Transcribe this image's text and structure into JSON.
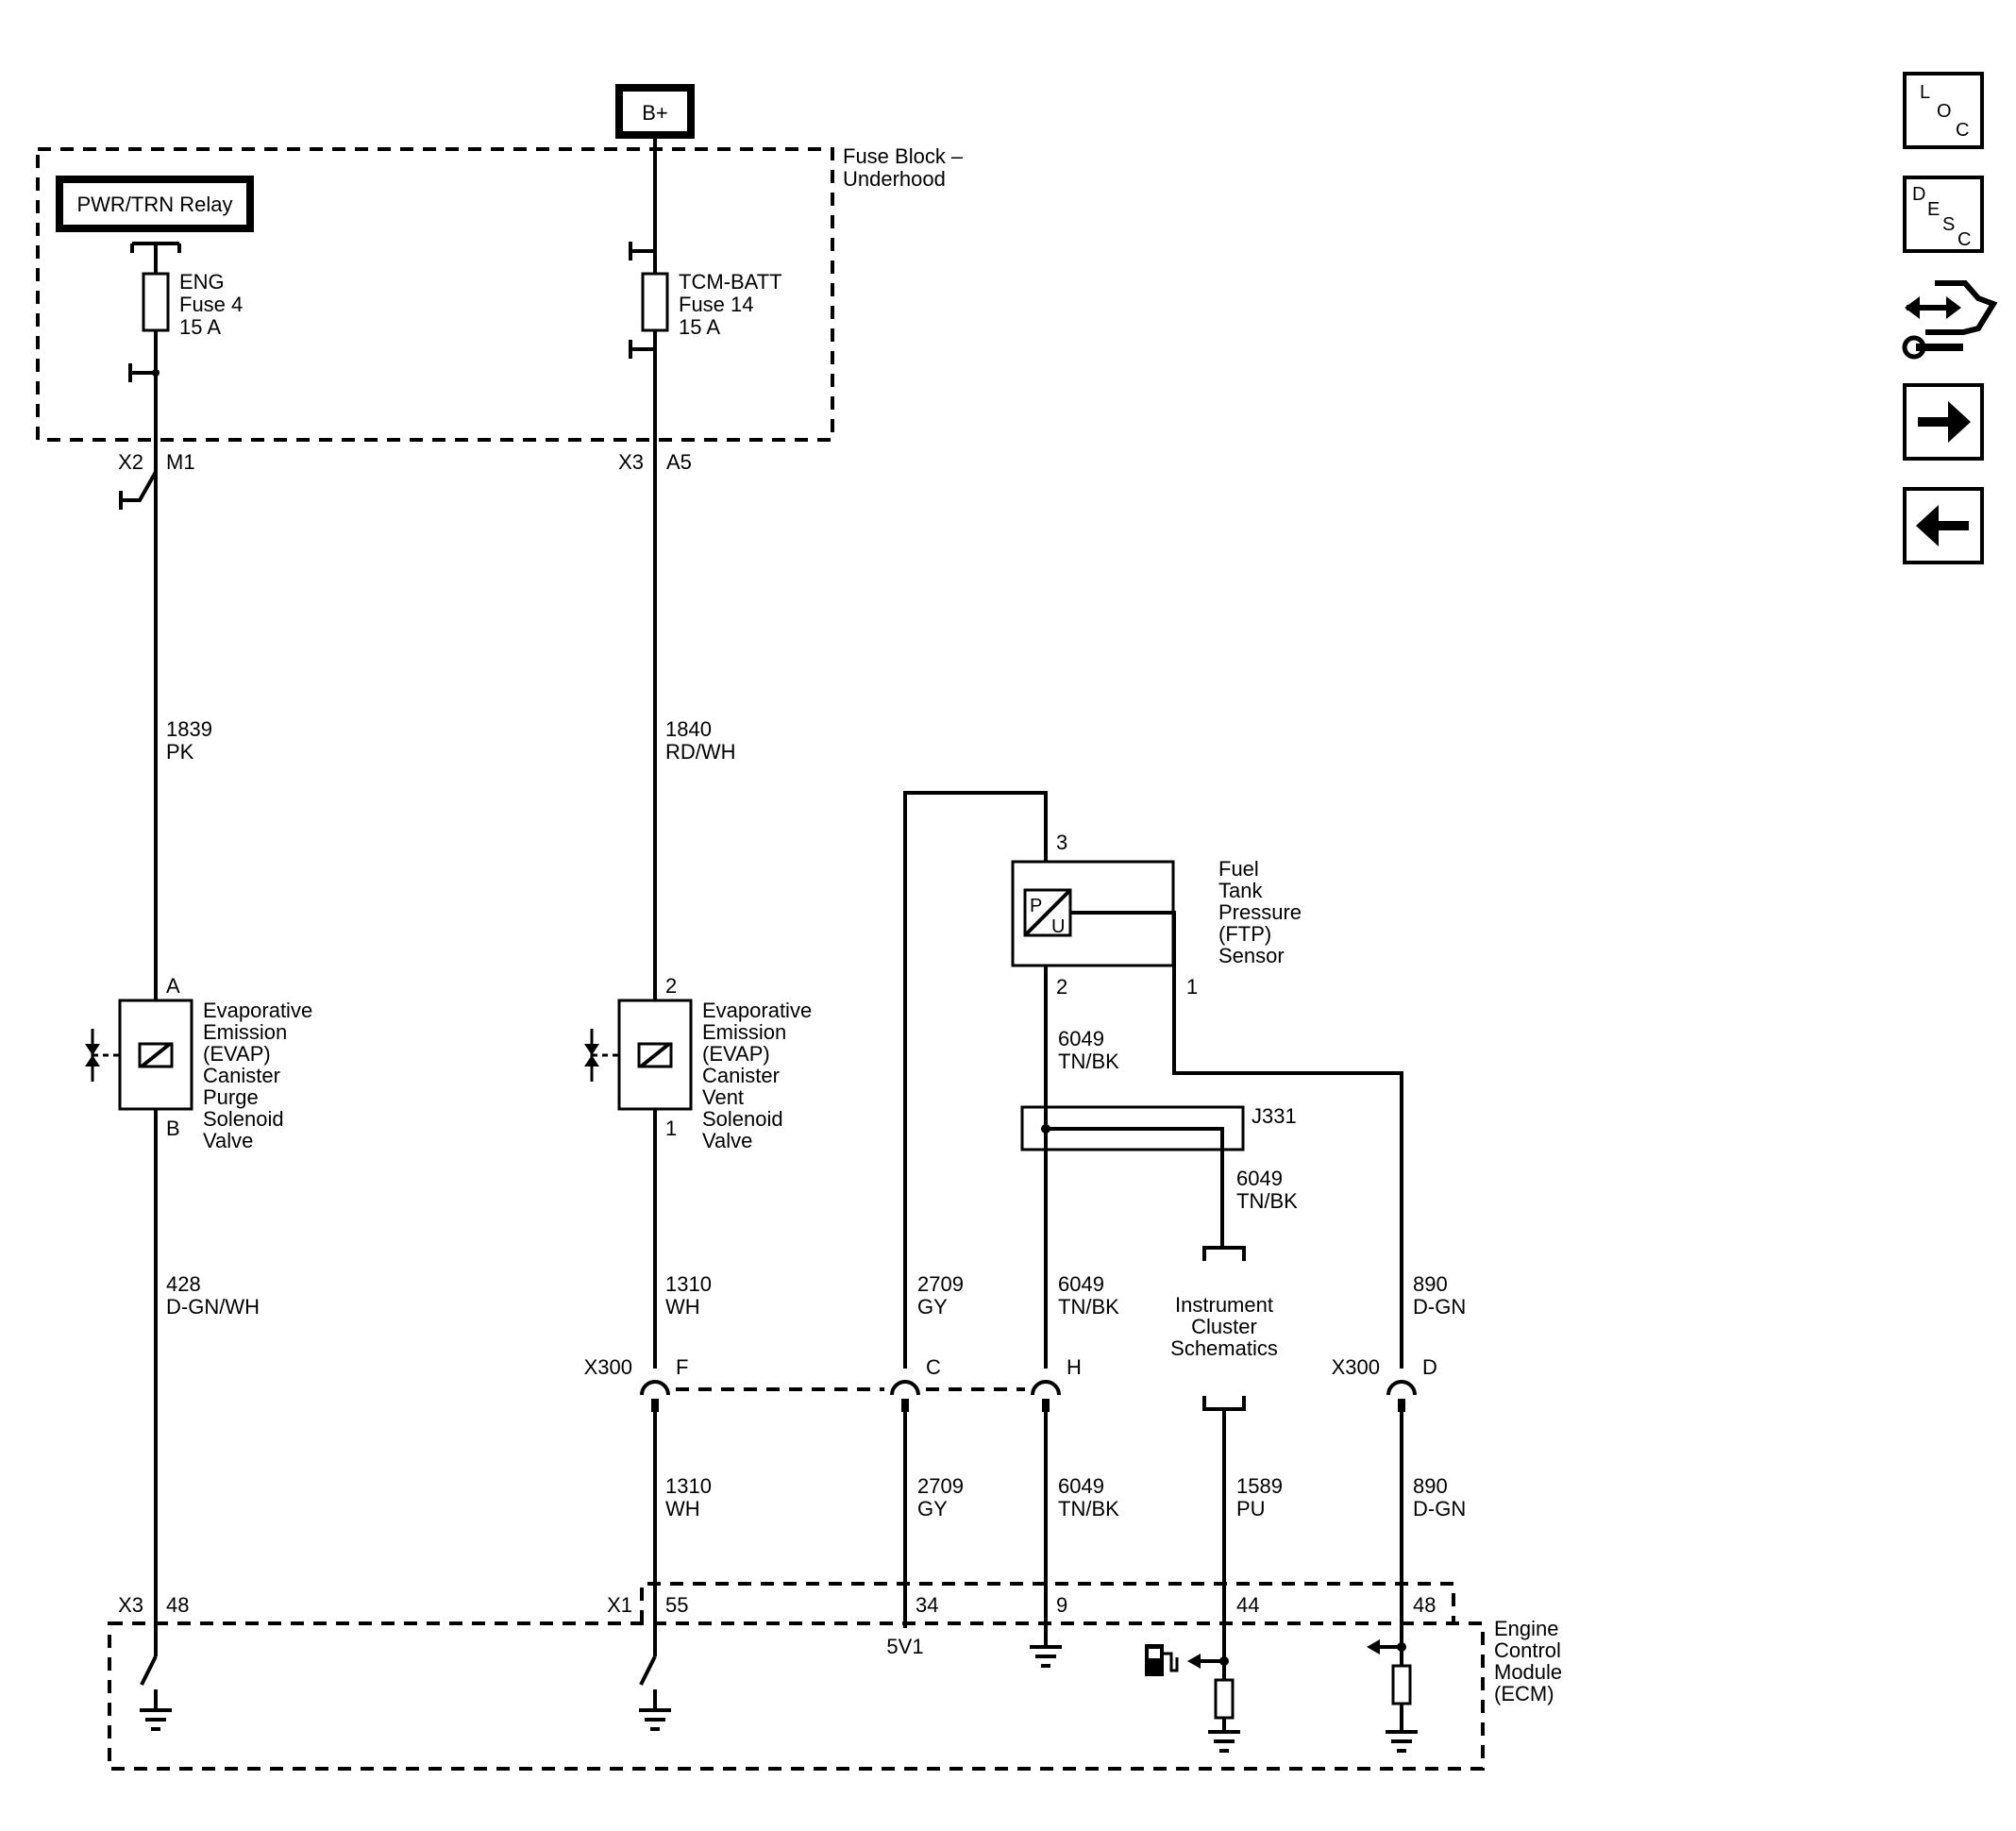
{
  "header": {
    "b_plus": "B+"
  },
  "fuse_block": {
    "label_line1": "Fuse Block –",
    "label_line2": "Underhood",
    "relay": "PWR/TRN Relay",
    "fuse_eng": [
      "ENG",
      "Fuse 4",
      "15 A"
    ],
    "fuse_tcm": [
      "TCM-BATT",
      "Fuse 14",
      "15 A"
    ],
    "conn_x2": "X2",
    "pin_m1": "M1",
    "conn_x3": "X3",
    "pin_a5": "A5"
  },
  "wires": {
    "w1839": [
      "1839",
      "PK"
    ],
    "w1840": [
      "1840",
      "RD/WH"
    ],
    "w428": [
      "428",
      "D-GN/WH"
    ],
    "w1310a": [
      "1310",
      "WH"
    ],
    "w1310b": [
      "1310",
      "WH"
    ],
    "w2709a": [
      "2709",
      "GY"
    ],
    "w2709b": [
      "2709",
      "GY"
    ],
    "w6049a": [
      "6049",
      "TN/BK"
    ],
    "w6049b": [
      "6049",
      "TN/BK"
    ],
    "w6049c": [
      "6049",
      "TN/BK"
    ],
    "w6049d": [
      "6049",
      "TN/BK"
    ],
    "w890a": [
      "890",
      "D-GN"
    ],
    "w890b": [
      "890",
      "D-GN"
    ],
    "w1589": [
      "1589",
      "PU"
    ]
  },
  "components": {
    "purge_valve": {
      "lines": [
        "Evaporative",
        "Emission",
        "(EVAP)",
        "Canister",
        "Purge",
        "Solenoid",
        "Valve"
      ],
      "pin_top": "A",
      "pin_bottom": "B"
    },
    "vent_valve": {
      "lines": [
        "Evaporative",
        "Emission",
        "(EVAP)",
        "Canister",
        "Vent",
        "Solenoid",
        "Valve"
      ],
      "pin_top": "2",
      "pin_bottom": "1"
    },
    "ftp_sensor": {
      "lines": [
        "Fuel",
        "Tank",
        "Pressure",
        "(FTP)",
        "Sensor"
      ],
      "pin_3": "3",
      "pin_2": "2",
      "pin_1": "1",
      "symbol_p": "P",
      "symbol_u": "U"
    },
    "splice": {
      "label": "J331"
    },
    "instrument_cluster": {
      "lines": [
        "Instrument",
        "Cluster",
        "Schematics"
      ]
    },
    "ecm": {
      "lines": [
        "Engine",
        "Control",
        "Module",
        "(ECM)"
      ]
    }
  },
  "connectors": {
    "x300_left": "X300",
    "pin_f": "F",
    "pin_c": "C",
    "pin_h": "H",
    "x300_right": "X300",
    "pin_d": "D",
    "x3": "X3",
    "pin_48a": "48",
    "x1": "X1",
    "pin_55": "55",
    "pin_34": "34",
    "pin_9": "9",
    "pin_44": "44",
    "pin_48b": "48",
    "ref_5v1": "5V1"
  },
  "nav": {
    "loc": [
      "L",
      "O",
      "C"
    ],
    "desc": [
      "D",
      "E",
      "S",
      "C"
    ],
    "icons": [
      "connector-wrench-icon",
      "arrow-right-icon",
      "arrow-left-icon"
    ]
  }
}
